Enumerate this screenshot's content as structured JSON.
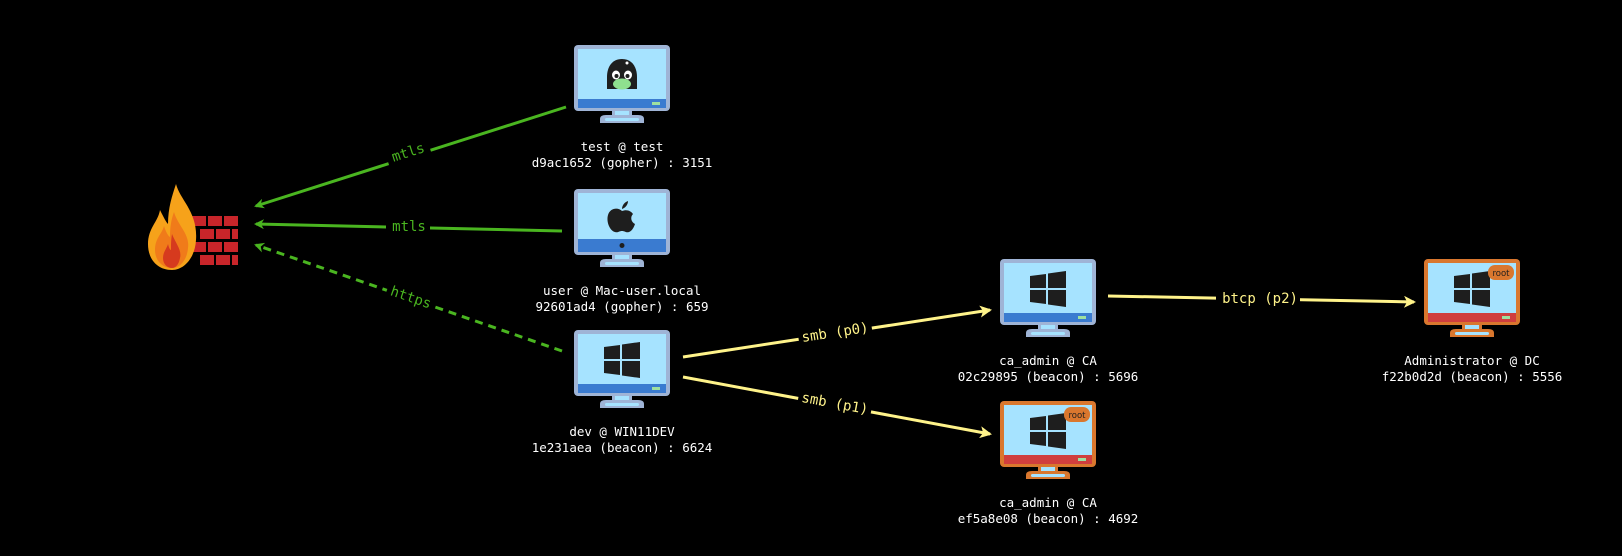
{
  "colors": {
    "background": "#000000",
    "green_edge": "#4ab520",
    "yellow_edge": "#fff38a",
    "screen": "#a6e3ff",
    "normal_frame": "#9fb4d6",
    "normal_bar": "#3a7bd0",
    "root_frame": "#d9772e",
    "root_bar": "#d03e3e",
    "root_badge": "#d9772e",
    "label_text": "#ffffff"
  },
  "server": {
    "icon": "firewall-fire-icon"
  },
  "nodes": [
    {
      "id": "test",
      "os": "linux",
      "icon": "linux-penguin-icon",
      "root": false,
      "user_host": "test @ test",
      "session": "d9ac1652 (gopher) : 3151"
    },
    {
      "id": "mac",
      "os": "macos",
      "icon": "apple-icon",
      "root": false,
      "user_host": "user @ Mac-user.local",
      "session": "92601ad4 (gopher) : 659"
    },
    {
      "id": "dev",
      "os": "windows",
      "icon": "windows-icon",
      "root": false,
      "user_host": "dev @ WIN11DEV",
      "session": "1e231aea (beacon) : 6624"
    },
    {
      "id": "ca0",
      "os": "windows",
      "icon": "windows-icon",
      "root": false,
      "user_host": "ca_admin @ CA",
      "session": "02c29895 (beacon) : 5696"
    },
    {
      "id": "ca1",
      "os": "windows",
      "icon": "windows-icon",
      "root": true,
      "badge": "root",
      "user_host": "ca_admin @ CA",
      "session": "ef5a8e08 (beacon) : 4692"
    },
    {
      "id": "dc",
      "os": "windows",
      "icon": "windows-icon",
      "root": true,
      "badge": "root",
      "user_host": "Administrator @ DC",
      "session": "f22b0d2d (beacon) : 5556"
    }
  ],
  "edges": [
    {
      "from": "test",
      "to": "server",
      "label": "mtls",
      "style": "solid",
      "color": "green"
    },
    {
      "from": "mac",
      "to": "server",
      "label": "mtls",
      "style": "solid",
      "color": "green"
    },
    {
      "from": "dev",
      "to": "server",
      "label": "https",
      "style": "dashed",
      "color": "green"
    },
    {
      "from": "dev",
      "to": "ca0",
      "label": "smb (p0)",
      "style": "solid",
      "color": "yellow"
    },
    {
      "from": "dev",
      "to": "ca1",
      "label": "smb (p1)",
      "style": "solid",
      "color": "yellow"
    },
    {
      "from": "ca0",
      "to": "dc",
      "label": "btcp (p2)",
      "style": "solid",
      "color": "yellow"
    }
  ]
}
